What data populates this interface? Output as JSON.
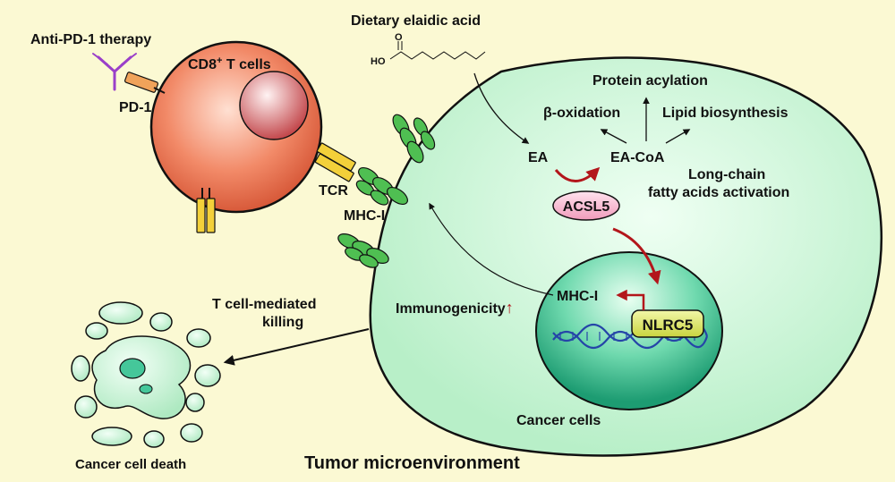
{
  "labels": {
    "dietary_acid": "Dietary elaidic acid",
    "anti_pd1": "Anti-PD-1 therapy",
    "cd8_main": "CD8",
    "cd8_sup": "+",
    "cd8_rest": " T cells",
    "pd1": "PD-1",
    "tcr": "TCR",
    "mhc1_receptor": "MHC-I",
    "protein_acylation": "Protein acylation",
    "beta_oxidation": "β-oxidation",
    "lipid_biosynthesis": "Lipid biosynthesis",
    "ea": "EA",
    "ea_coa": "EA-CoA",
    "long_chain_1": "Long-chain",
    "long_chain_2": "fatty acids activation",
    "acsl5": "ACSL5",
    "immunogenicity": "Immunogenicity",
    "mhc1_gene": "MHC-I",
    "nlrc5": "NLRC5",
    "t_cell_killing_1": "T cell-mediated",
    "t_cell_killing_2": "killing",
    "cancer_cells": "Cancer cells",
    "cancer_cell_death": "Cancer cell death",
    "tumor_microenvironment": "Tumor microenvironment",
    "molecule_o": "O",
    "molecule_ho": "HO",
    "up_arrow": "↑"
  },
  "colors": {
    "background": "#fbf9d3",
    "cancer_cell_fill": "#cdf5d8",
    "nucleus_fill": "#2fb98a",
    "t_cell_fill": "#ef7a5a",
    "red_arrow": "#b3161b",
    "acsl5_fill": "#f7b8cf",
    "nlrc5_fill": "#dde66a",
    "antibody": "#9a3fc9",
    "pd1_color": "#f0a35a",
    "tcr_color": "#f3d03a",
    "mhc_color": "#4fbf52",
    "dna_color": "#2545a8"
  }
}
